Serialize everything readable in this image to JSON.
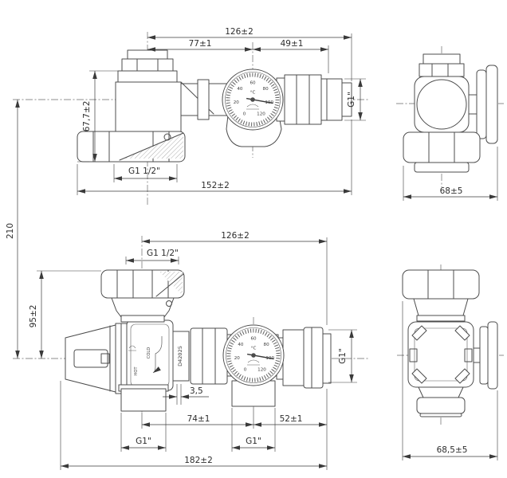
{
  "colors": {
    "line": "#4c4c4c",
    "dimension": "#3a3a3a",
    "background": "#ffffff"
  },
  "views": {
    "overall_height": "210",
    "top_front": {
      "dims": {
        "total_width": "126±2",
        "left_width": "77±1",
        "right_width": "49±1",
        "height": "67,7±2",
        "outlet_thread": "G1 1/2\"",
        "overall_width": "152±2",
        "side_thread": "G1\""
      }
    },
    "top_side": {
      "dims": {
        "width": "68±5"
      }
    },
    "bottom_front": {
      "dims": {
        "total_width": "126±2",
        "inlet_thread": "G1 1/2\"",
        "height": "95±2",
        "gap": "3,5",
        "left_span": "74±1",
        "right_span": "52±1",
        "outlet_left_thread": "G1\"",
        "outlet_right_thread": "G1\"",
        "overall_width": "182±2",
        "side_thread": "G1\""
      },
      "part_code": "D42025",
      "valve_labels": {
        "hot": "HOT",
        "cold": "COLD"
      }
    },
    "bottom_side": {
      "dims": {
        "width": "68,5±5"
      }
    }
  },
  "gauge": {
    "unit": "°C",
    "scale_values": [
      "0",
      "20",
      "40",
      "60",
      "80",
      "100",
      "120"
    ]
  }
}
